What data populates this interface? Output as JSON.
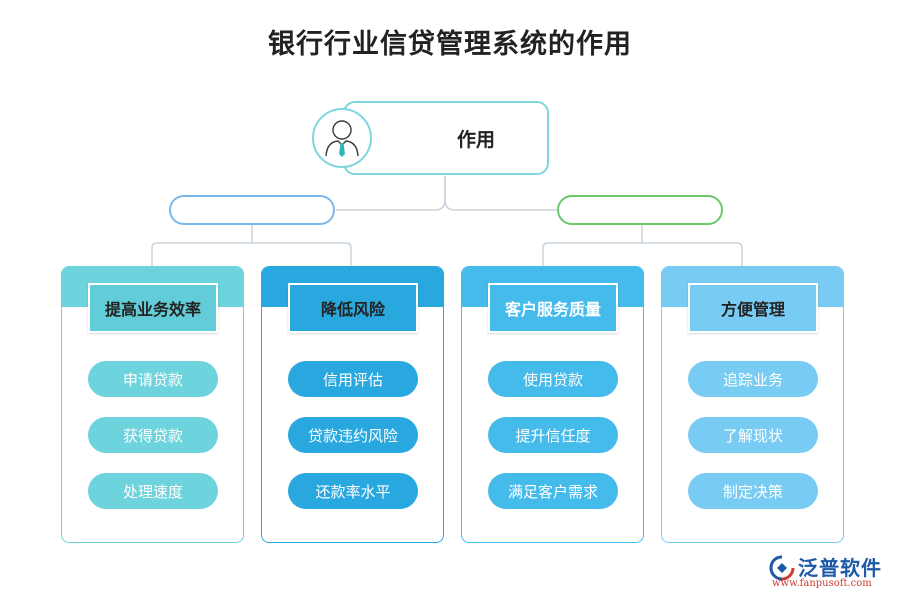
{
  "title": "银行行业信贷管理系统的作用",
  "root": {
    "label": "作用",
    "icon": "person-with-tie-icon"
  },
  "mid_pills": [
    {
      "color": "#7ab8ea"
    },
    {
      "color": "#6cc96a"
    }
  ],
  "categories": [
    {
      "label": "提高业务效率",
      "band_color": "#6dd3dc",
      "head_color": "#62cdd8",
      "item_color": "#6dd3dc",
      "text_color": "#222222",
      "items": [
        "申请贷款",
        "获得贷款",
        "处理速度"
      ]
    },
    {
      "label": "降低风险",
      "band_color": "#29a8e0",
      "head_color": "#29a8e0",
      "item_color": "#29a8e0",
      "text_color": "#222222",
      "items": [
        "信用评估",
        "贷款违约风险",
        "还款率水平"
      ]
    },
    {
      "label": "客户服务质量",
      "band_color": "#45bbec",
      "head_color": "#45bbec",
      "item_color": "#45bbec",
      "text_color": "#ffffff",
      "items": [
        "使用贷款",
        "提升信任度",
        "满足客户需求"
      ]
    },
    {
      "label": "方便管理",
      "band_color": "#78ccf3",
      "head_color": "#78ccf3",
      "item_color": "#78ccf3",
      "text_color": "#222222",
      "items": [
        "追踪业务",
        "了解现状",
        "制定决策"
      ]
    }
  ],
  "brand": {
    "name": "泛普软件",
    "url": "www.fanpusoft.com",
    "icon": "fanpu-logo-icon"
  }
}
